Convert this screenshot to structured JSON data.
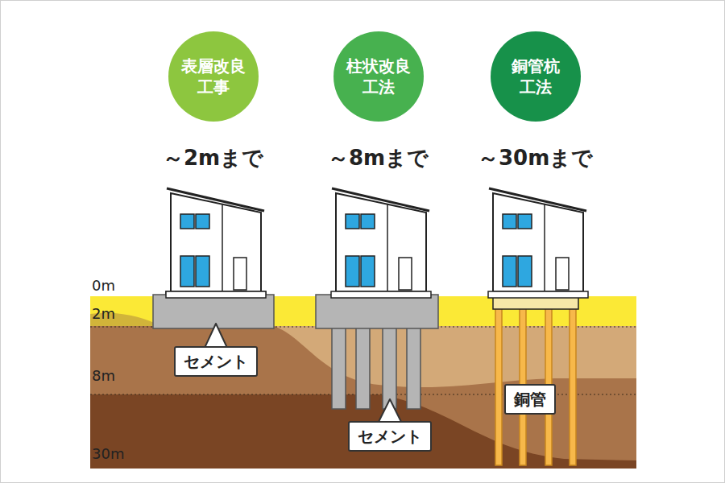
{
  "diagram": {
    "nodes": [
      {
        "text": [
          "表層改良 工事"
        ]
      },
      {
        "text": [
          "柱状改良 工法"
        ]
      },
      {
        "text": [
          "銅管杭 工法"
        ]
      },
      {
        "text": [
          "セメント"
        ]
      },
      {
        "text": [
          "セメント"
        ]
      },
      {
        "text": [
          "銅管"
        ]
      }
    ],
    "edges": [],
    "labels": [
      "～2mまで",
      "～8mまで",
      "～30mまで",
      "0m",
      "2m",
      "8m",
      "30m"
    ]
  }
}
